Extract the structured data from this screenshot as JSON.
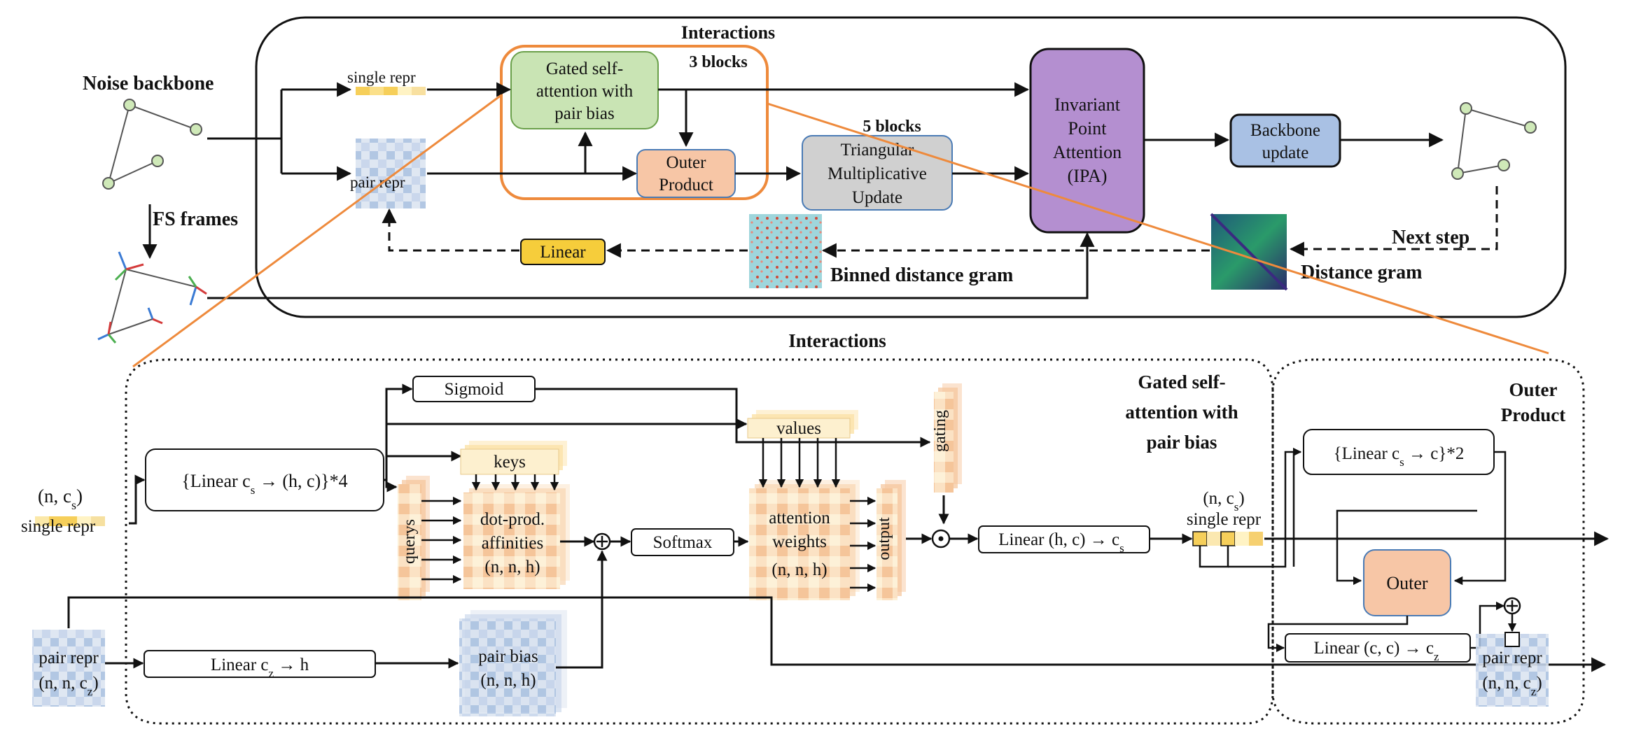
{
  "top": {
    "noise_backbone": "Noise backbone",
    "fs_frames": "FS frames",
    "interactions_title": "Interactions",
    "three_blocks": "3 blocks",
    "five_blocks": "5 blocks",
    "single_repr": "single repr",
    "pair_repr": "pair repr",
    "gated_line1": "Gated self-",
    "gated_line2": "attention with",
    "gated_line3": "pair bias",
    "outer_line1": "Outer",
    "outer_line2": "Product",
    "tri_line1": "Triangular",
    "tri_line2": "Multiplicative",
    "tri_line3": "Update",
    "ipa_line1": "Invariant",
    "ipa_line2": "Point",
    "ipa_line3": "Attention",
    "ipa_line4": "(IPA)",
    "backbone_line1": "Backbone",
    "backbone_line2": "update",
    "linear": "Linear",
    "binned_distance_gram": "Binned distance gram",
    "distance_gram": "Distance gram",
    "next_step": "Next step"
  },
  "bottom": {
    "interactions_title": "Interactions",
    "gated_line1": "Gated self-",
    "gated_line2": "attention with",
    "gated_line3": "pair bias",
    "outer_line1": "Outer",
    "outer_line2": "Product",
    "single_shape": "(n, c",
    "single_shape_sub": "s",
    "single_repr": "single repr",
    "pair_repr": "pair repr",
    "pair_shape": "(n, n, c",
    "pair_shape_sub": "z",
    "linear4_pre": "{Linear c",
    "linear4_sub": "s",
    "linear4_post": " → (h, c)}*4",
    "sigmoid": "Sigmoid",
    "keys": "keys",
    "values": "values",
    "querys": "querys",
    "dot_line1": "dot-prod.",
    "dot_line2": "affinities",
    "dot_line3": "(n, n, h)",
    "softmax": "Softmax",
    "attn_line1": "attention",
    "attn_line2": "weights",
    "attn_line3": "(n, n, h)",
    "output": "output",
    "gating": "gating",
    "linear_hc_pre": "Linear (h, c) → c",
    "linear_hc_sub": "s",
    "linear_cz_pre": "Linear c",
    "linear_cz_sub": "z",
    "linear_cz_post": " → h",
    "pair_bias_line1": "pair  bias",
    "pair_bias_line2": "(n, n, h)",
    "single_shape2": "(n, c",
    "single_shape2_sub": "s",
    "single_repr2": "single  repr",
    "linear2_pre": "{Linear c",
    "linear2_sub": "s",
    "linear2_post": " → c}*2",
    "outer": "Outer",
    "linear_ccz_pre": "Linear (c, c) → c",
    "linear_ccz_sub": "z",
    "pair_repr2": "pair repr",
    "pair_shape2": "(n, n, c",
    "pair_shape2_sub": "z"
  },
  "colors": {
    "gated_fill": "#c9e4b4",
    "outer_fill": "#f7c6a6",
    "tri_fill": "#d0d0d0",
    "ipa_fill": "#b48fd0",
    "backbone_fill": "#a9c1e4",
    "linear_fill": "#f6cd3b",
    "accent_orange": "#ee8a3c"
  }
}
